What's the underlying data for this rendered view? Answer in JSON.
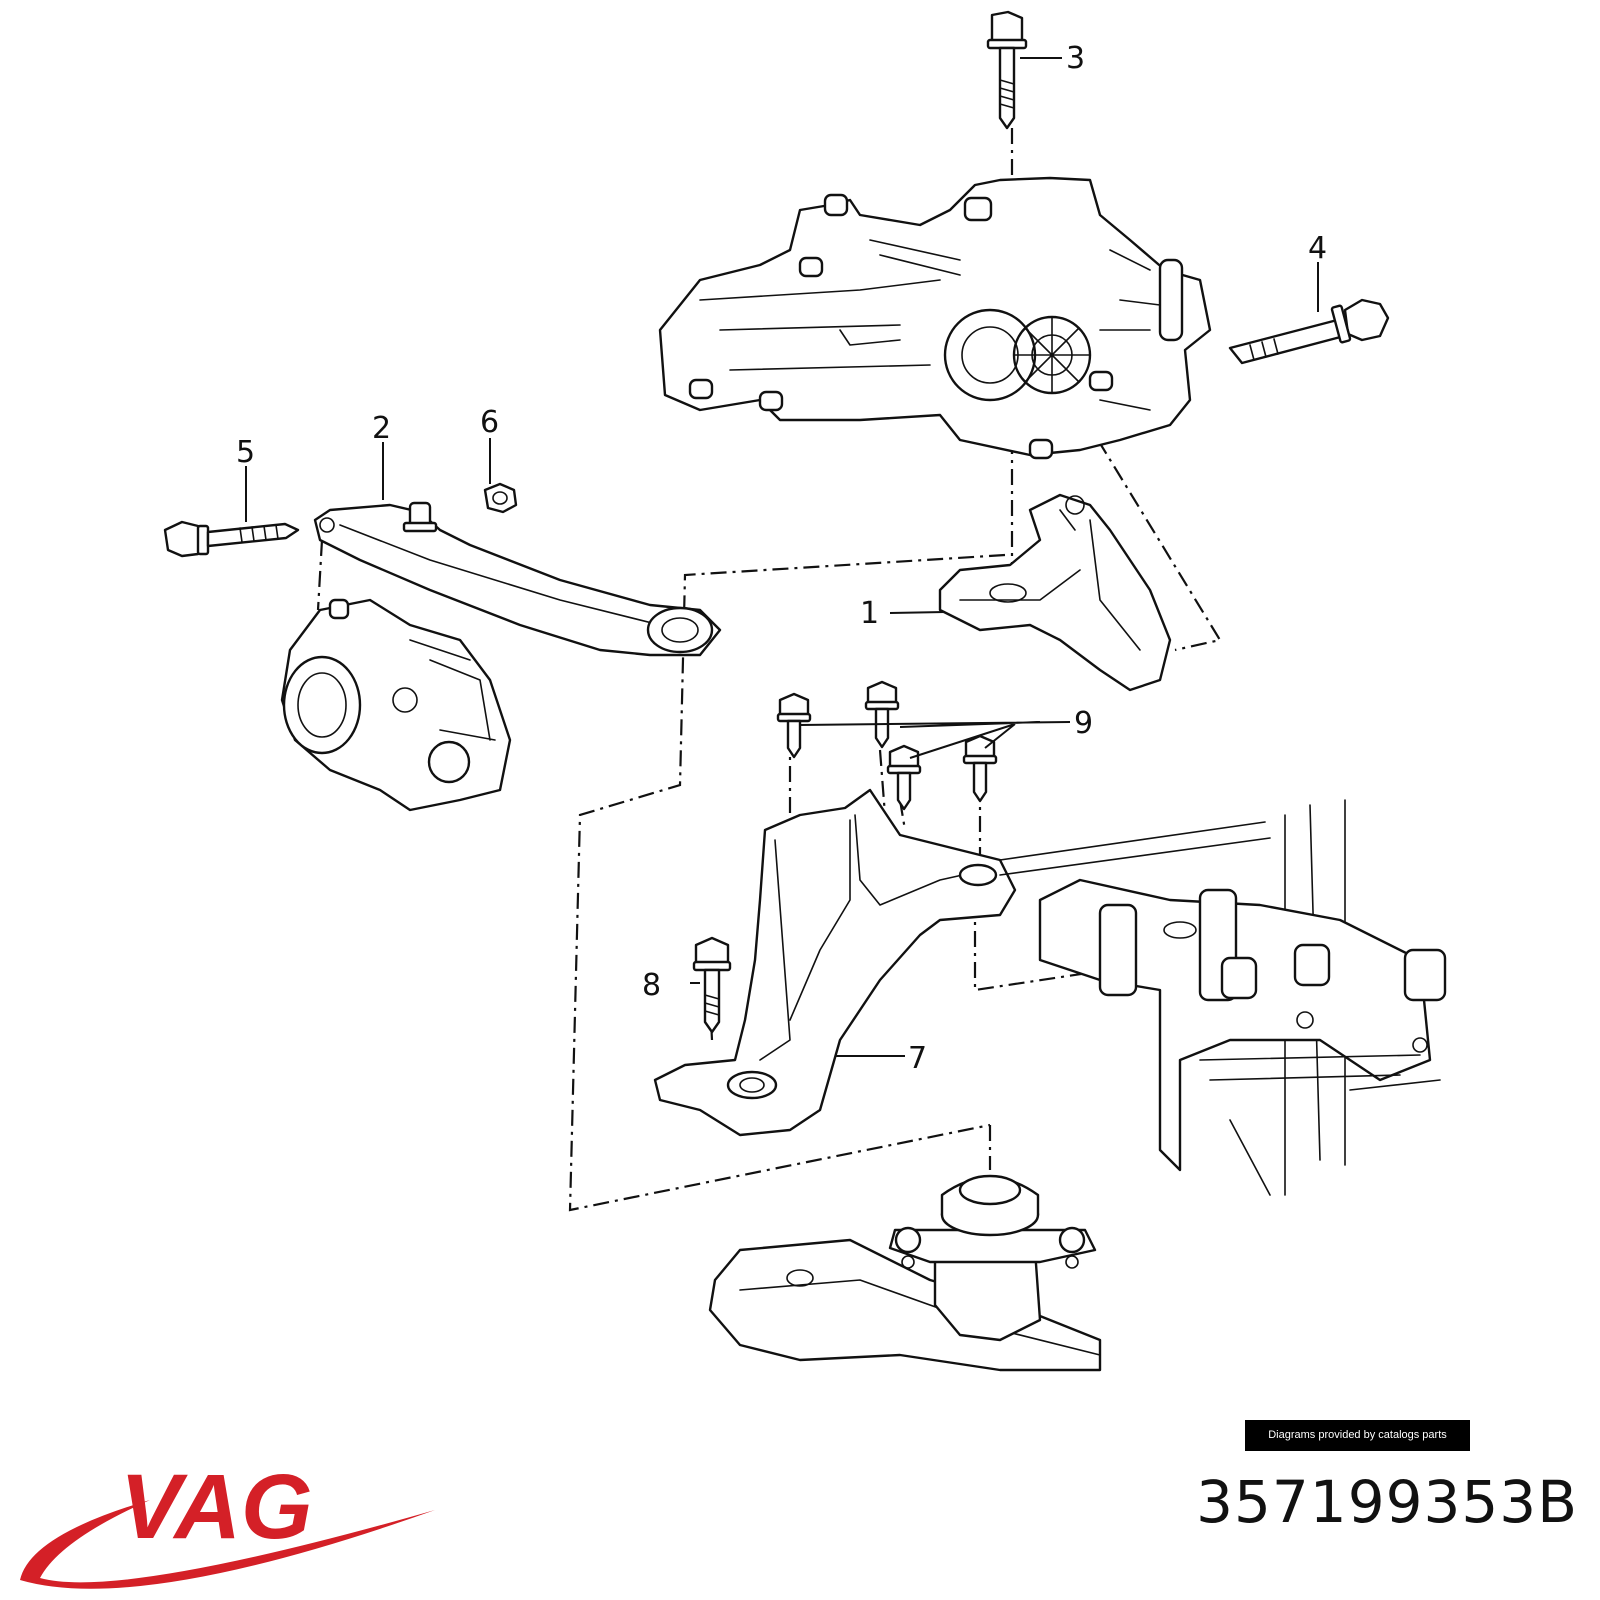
{
  "diagram": {
    "callouts": [
      "1",
      "2",
      "3",
      "4",
      "5",
      "6",
      "7",
      "8",
      "9"
    ]
  },
  "credit": {
    "text": "Diagrams provided by catalogs parts"
  },
  "brand": {
    "logo_text": "VAG",
    "logo_color": "#d42027"
  },
  "part_number": "357199353B"
}
